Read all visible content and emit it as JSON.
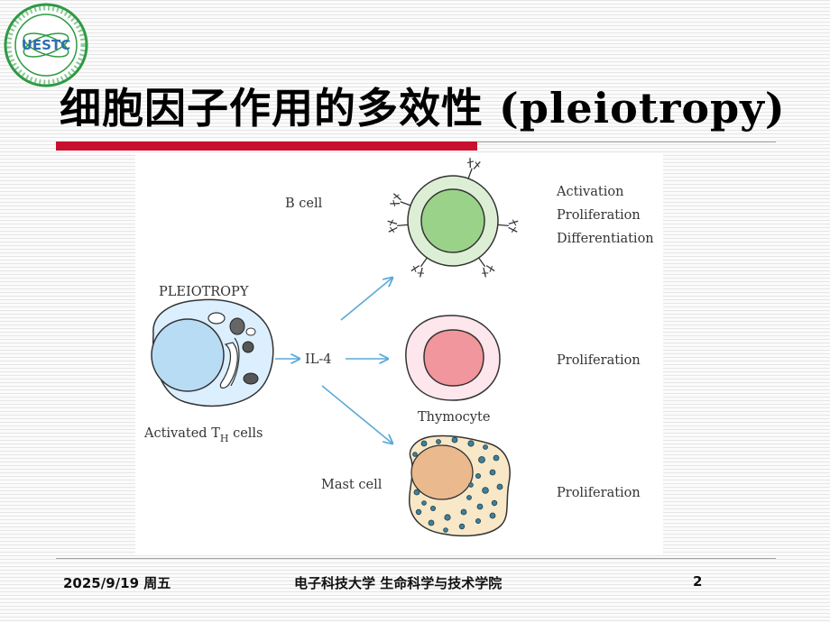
{
  "slide": {
    "title_cn": "细胞因子作用的多效性",
    "title_latin": "(pleiotropy)",
    "logo_text": "UESTC"
  },
  "figure": {
    "pleiotropy_label": "PLEIOTROPY",
    "source_cell_label_main": "Activated T",
    "source_cell_label_sub": "H",
    "source_cell_label_tail": " cells",
    "cytokine_label": "IL-4",
    "targets": [
      {
        "name": "B cell",
        "effects": [
          "Activation",
          "Proliferation",
          "Differentiation"
        ]
      },
      {
        "name": "Thymocyte",
        "effects": [
          "Proliferation"
        ]
      },
      {
        "name": "Mast cell",
        "effects": [
          "Proliferation"
        ]
      }
    ]
  },
  "footer": {
    "date": "2025/9/19 周五",
    "organization": "电子科技大学 生命科学与技术学院",
    "page_number": "2"
  },
  "colors": {
    "accent_red": "#c8102e",
    "arrow_blue": "#5aaad8",
    "logo_green": "#2e9a43"
  }
}
